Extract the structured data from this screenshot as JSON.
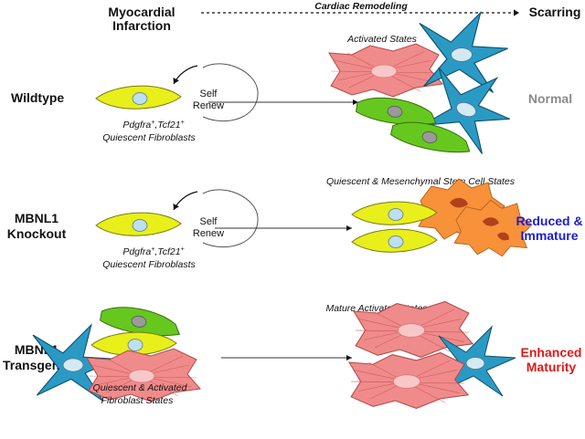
{
  "header": {
    "left_line1": "Myocardial",
    "left_line2": "Infarction",
    "middle": "Cardiac Remodeling",
    "right": "Scarring"
  },
  "rows": {
    "wildtype": {
      "label": "Wildtype",
      "self_renew_1": "Self",
      "self_renew_2": "Renew",
      "marker_a": "Pdgfra",
      "marker_sep": ",Tcf21",
      "caption": "Quiescent Fibroblasts",
      "state_label": "Activated States",
      "outcome": "Normal"
    },
    "knockout": {
      "label_line1": "MBNL1",
      "label_line2": "Knockout",
      "self_renew_1": "Self",
      "self_renew_2": "Renew",
      "marker_a": "Pdgfra",
      "marker_sep": ",Tcf21",
      "caption": "Quiescent Fibroblasts",
      "state_label": "Quiescent & Mesenchymal Stem Cell States",
      "outcome_line1": "Reduced &",
      "outcome_line2": "Immature"
    },
    "transgenic": {
      "label_line1": "MBNL1",
      "label_line2": "Transgenic",
      "caption_line1": "Quiescent & Activated",
      "caption_line2": "Fibroblast States",
      "state_label": "Mature Activated States",
      "outcome_line1": "Enhanced",
      "outcome_line2": "Maturity"
    }
  },
  "colors": {
    "quiescent_yellow": "#e8ef1a",
    "activated_pink": "#f08b8b",
    "myofibroblast_blue": "#2a9ac4",
    "green_cell": "#66c81e",
    "msc_orange": "#f7923a",
    "normal_gray": "#8a8a8a",
    "reduced_blue": "#1b1bd8",
    "enhanced_red": "#e01818"
  }
}
